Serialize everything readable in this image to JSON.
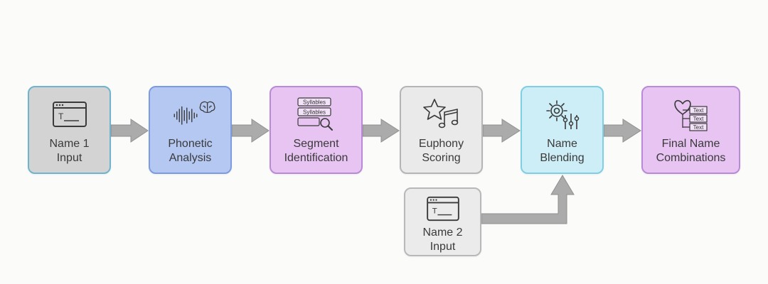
{
  "nodes": {
    "name1": {
      "line1": "Name 1",
      "line2": "Input",
      "icon": "text-input-window-icon"
    },
    "phonetic": {
      "line1": "Phonetic",
      "line2": "Analysis",
      "icon": "soundwave-brain-icon"
    },
    "segment": {
      "line1": "Segment",
      "line2": "Identification",
      "icon": "syllables-search-icon",
      "tag1": "Syllables",
      "tag2": "Syllables"
    },
    "euphony": {
      "line1": "Euphony",
      "line2": "Scoring",
      "icon": "star-music-note-icon"
    },
    "blending": {
      "line1": "Name",
      "line2": "Blending",
      "icon": "gear-sliders-icon"
    },
    "final": {
      "line1": "Final Name",
      "line2": "Combinations",
      "icon": "heart-text-list-icon",
      "item1": "Text",
      "item2": "Text",
      "item3": "Text"
    },
    "name2": {
      "line1": "Name 2",
      "line2": "Input",
      "icon": "text-input-window-icon"
    }
  },
  "colors": {
    "gray": "#d3d3d3",
    "blue": "#b5c8f2",
    "purple": "#e7c4f1",
    "light_gray": "#eaeaea",
    "cyan": "#cdeef6",
    "arrow": "#a9a9a9"
  }
}
